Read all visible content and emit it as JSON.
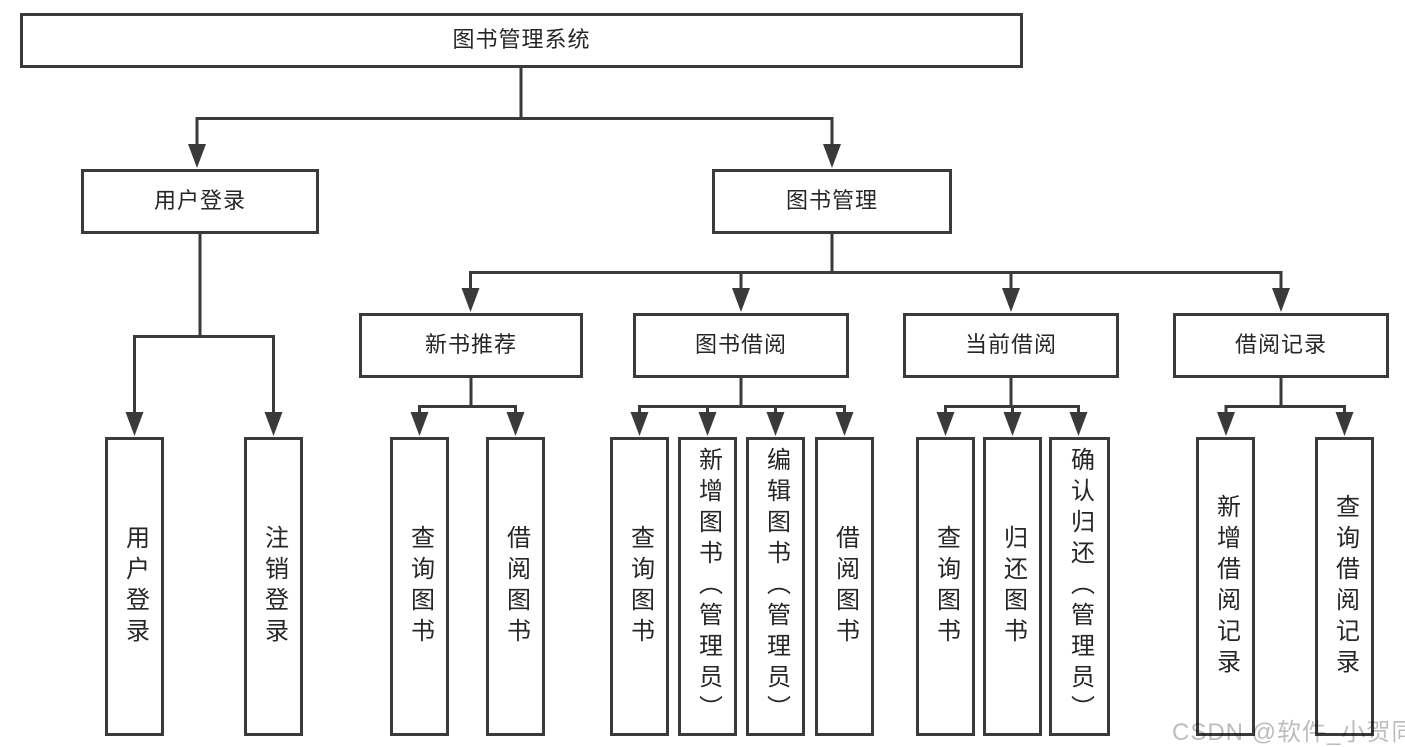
{
  "diagram": {
    "tree": {
      "label": "图书管理系统",
      "children": [
        {
          "label": "用户登录",
          "children": [
            {
              "label": "用户登录"
            },
            {
              "label": "注销登录"
            }
          ]
        },
        {
          "label": "图书管理",
          "children": [
            {
              "label": "新书推荐",
              "children": [
                {
                  "label": "查询图书"
                },
                {
                  "label": "借阅图书"
                }
              ]
            },
            {
              "label": "图书借阅",
              "children": [
                {
                  "label": "查询图书"
                },
                {
                  "label": "新增图书（管理员）"
                },
                {
                  "label": "编辑图书（管理员）"
                },
                {
                  "label": "借阅图书"
                }
              ]
            },
            {
              "label": "当前借阅",
              "children": [
                {
                  "label": "查询图书"
                },
                {
                  "label": "归还图书"
                },
                {
                  "label": "确认归还（管理员）"
                }
              ]
            },
            {
              "label": "借阅记录",
              "children": [
                {
                  "label": "新增借阅记录"
                },
                {
                  "label": "查询借阅记录"
                }
              ]
            }
          ]
        }
      ]
    }
  },
  "watermark": {
    "text": "CSDN @软件_小贺同学"
  },
  "colors": {
    "line": "#3a3a3a",
    "text": "#262626",
    "box_fill": "#ffffff",
    "watermark": "#bdbdbd",
    "background": "#ffffff"
  }
}
